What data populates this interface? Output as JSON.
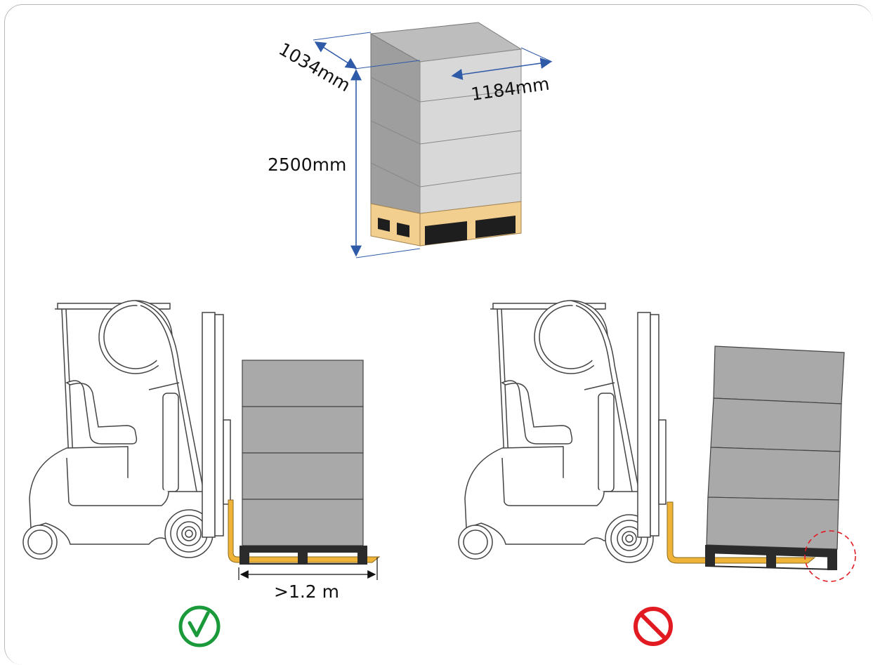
{
  "dimensions": {
    "depth": "1034mm",
    "width": "1184mm",
    "height": "2500mm",
    "fork_length": ">1.2 m"
  },
  "colors": {
    "dimension_arrow": "#2f5aa8",
    "pallet_wood": "#f2cf8e",
    "fork": "#f0b33a",
    "box_gray": "#a9a9a9",
    "correct": "#1a9a3a",
    "wrong": "#e21b23"
  },
  "indicators": {
    "correct_icon": "check-circle-icon",
    "wrong_icon": "prohibited-icon"
  }
}
